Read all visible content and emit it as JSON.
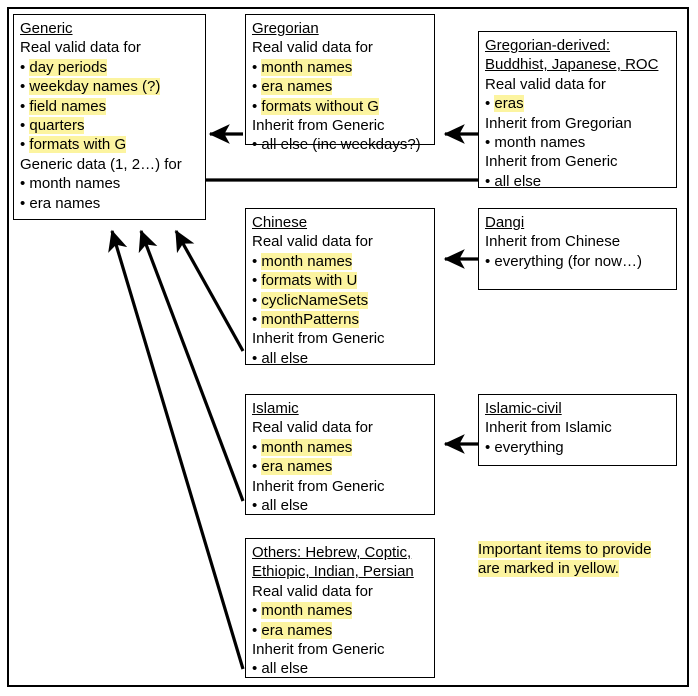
{
  "diagram": {
    "title": "Calendar data inheritance diagram",
    "highlight_color": "#fcf4a0",
    "line_color": "#000000",
    "background": "#ffffff",
    "legend": {
      "lines": [
        "Important items to provide",
        "are marked in yellow."
      ]
    },
    "nodes": [
      {
        "id": "generic",
        "title": "Generic",
        "lines": [
          {
            "text": "Generic",
            "style": "title",
            "highlight": false,
            "bullet": false
          },
          {
            "text": "Real valid data for",
            "style": "plain",
            "highlight": false,
            "bullet": false
          },
          {
            "text": "day periods",
            "style": "plain",
            "highlight": true,
            "bullet": true
          },
          {
            "text": "weekday names (?)",
            "style": "plain",
            "highlight": true,
            "bullet": true
          },
          {
            "text": "field names",
            "style": "plain",
            "highlight": true,
            "bullet": true
          },
          {
            "text": "quarters",
            "style": "plain",
            "highlight": true,
            "bullet": true
          },
          {
            "text": "formats with G",
            "style": "plain",
            "highlight": true,
            "bullet": true
          },
          {
            "text": "Generic data (1, 2…) for",
            "style": "plain",
            "highlight": false,
            "bullet": false
          },
          {
            "text": "month names",
            "style": "plain",
            "highlight": false,
            "bullet": true
          },
          {
            "text": "era names",
            "style": "plain",
            "highlight": false,
            "bullet": true
          }
        ]
      },
      {
        "id": "gregorian",
        "title": "Gregorian",
        "lines": [
          {
            "text": "Gregorian",
            "style": "title",
            "highlight": false,
            "bullet": false
          },
          {
            "text": "Real valid data for",
            "style": "plain",
            "highlight": false,
            "bullet": false
          },
          {
            "text": "month names",
            "style": "plain",
            "highlight": true,
            "bullet": true
          },
          {
            "text": "era names",
            "style": "plain",
            "highlight": true,
            "bullet": true
          },
          {
            "text": "formats without G",
            "style": "plain",
            "highlight": true,
            "bullet": true
          },
          {
            "text": "Inherit from Generic",
            "style": "plain",
            "highlight": false,
            "bullet": false
          },
          {
            "text": "all else (inc weekdays?)",
            "style": "plain",
            "highlight": false,
            "bullet": true
          }
        ]
      },
      {
        "id": "gregorian-derived",
        "title": "Gregorian-derived: Buddhist, Japanese, ROC",
        "lines": [
          {
            "text": "Gregorian-derived:",
            "style": "title",
            "highlight": false,
            "bullet": false
          },
          {
            "text": "Buddhist, Japanese, ROC",
            "style": "title",
            "highlight": false,
            "bullet": false
          },
          {
            "text": "Real valid data for",
            "style": "plain",
            "highlight": false,
            "bullet": false
          },
          {
            "text": "eras",
            "style": "plain",
            "highlight": true,
            "bullet": true
          },
          {
            "text": "Inherit from Gregorian",
            "style": "plain",
            "highlight": false,
            "bullet": false
          },
          {
            "text": "month names",
            "style": "plain",
            "highlight": false,
            "bullet": true
          },
          {
            "text": "Inherit from Generic",
            "style": "plain",
            "highlight": false,
            "bullet": false
          },
          {
            "text": "all else",
            "style": "plain",
            "highlight": false,
            "bullet": true
          }
        ]
      },
      {
        "id": "chinese",
        "title": "Chinese",
        "lines": [
          {
            "text": "Chinese",
            "style": "title",
            "highlight": false,
            "bullet": false
          },
          {
            "text": "Real valid data for",
            "style": "plain",
            "highlight": false,
            "bullet": false
          },
          {
            "text": "month names",
            "style": "plain",
            "highlight": true,
            "bullet": true
          },
          {
            "text": "formats with U",
            "style": "plain",
            "highlight": true,
            "bullet": true
          },
          {
            "text": "cyclicNameSets",
            "style": "plain",
            "highlight": true,
            "bullet": true
          },
          {
            "text": "monthPatterns",
            "style": "plain",
            "highlight": true,
            "bullet": true
          },
          {
            "text": "Inherit from Generic",
            "style": "plain",
            "highlight": false,
            "bullet": false
          },
          {
            "text": "all else",
            "style": "plain",
            "highlight": false,
            "bullet": true
          }
        ]
      },
      {
        "id": "dangi",
        "title": "Dangi",
        "lines": [
          {
            "text": "Dangi",
            "style": "title",
            "highlight": false,
            "bullet": false
          },
          {
            "text": "Inherit from Chinese",
            "style": "plain",
            "highlight": false,
            "bullet": false
          },
          {
            "text": "everything (for now…)",
            "style": "plain",
            "highlight": false,
            "bullet": true
          }
        ]
      },
      {
        "id": "islamic",
        "title": "Islamic",
        "lines": [
          {
            "text": "Islamic",
            "style": "title",
            "highlight": false,
            "bullet": false
          },
          {
            "text": "Real valid data for",
            "style": "plain",
            "highlight": false,
            "bullet": false
          },
          {
            "text": "month names",
            "style": "plain",
            "highlight": true,
            "bullet": true
          },
          {
            "text": "era names",
            "style": "plain",
            "highlight": true,
            "bullet": true
          },
          {
            "text": "Inherit from Generic",
            "style": "plain",
            "highlight": false,
            "bullet": false
          },
          {
            "text": "all else",
            "style": "plain",
            "highlight": false,
            "bullet": true
          }
        ]
      },
      {
        "id": "islamic-civil",
        "title": "Islamic-civil",
        "lines": [
          {
            "text": "Islamic-civil",
            "style": "title",
            "highlight": false,
            "bullet": false
          },
          {
            "text": "Inherit from Islamic",
            "style": "plain",
            "highlight": false,
            "bullet": false
          },
          {
            "text": "everything",
            "style": "plain",
            "highlight": false,
            "bullet": true
          }
        ]
      },
      {
        "id": "others",
        "title": "Others: Hebrew, Coptic, Ethiopic, Indian, Persian",
        "lines": [
          {
            "text": "Others: Hebrew, Coptic,",
            "style": "title",
            "highlight": false,
            "bullet": false
          },
          {
            "text": "Ethiopic, Indian, Persian",
            "style": "title",
            "highlight": false,
            "bullet": false
          },
          {
            "text": "Real valid data for",
            "style": "plain",
            "highlight": false,
            "bullet": false
          },
          {
            "text": "month names",
            "style": "plain",
            "highlight": true,
            "bullet": true
          },
          {
            "text": "era names",
            "style": "plain",
            "highlight": true,
            "bullet": true
          },
          {
            "text": "Inherit from Generic",
            "style": "plain",
            "highlight": false,
            "bullet": false
          },
          {
            "text": "all else",
            "style": "plain",
            "highlight": false,
            "bullet": true
          }
        ]
      }
    ],
    "arrows": [
      {
        "id": "gregorian-to-generic",
        "from": "gregorian",
        "to": "generic"
      },
      {
        "id": "gregorian-derived-to-gregorian",
        "from": "gregorian-derived",
        "to": "gregorian"
      },
      {
        "id": "gregorian-derived-to-generic",
        "from": "gregorian-derived",
        "to": "generic"
      },
      {
        "id": "dangi-to-chinese",
        "from": "dangi",
        "to": "chinese"
      },
      {
        "id": "islamic-civil-to-islamic",
        "from": "islamic-civil",
        "to": "islamic"
      },
      {
        "id": "chinese-to-generic",
        "from": "chinese",
        "to": "generic"
      },
      {
        "id": "islamic-to-generic",
        "from": "islamic",
        "to": "generic"
      },
      {
        "id": "others-to-generic",
        "from": "others",
        "to": "generic"
      }
    ]
  }
}
